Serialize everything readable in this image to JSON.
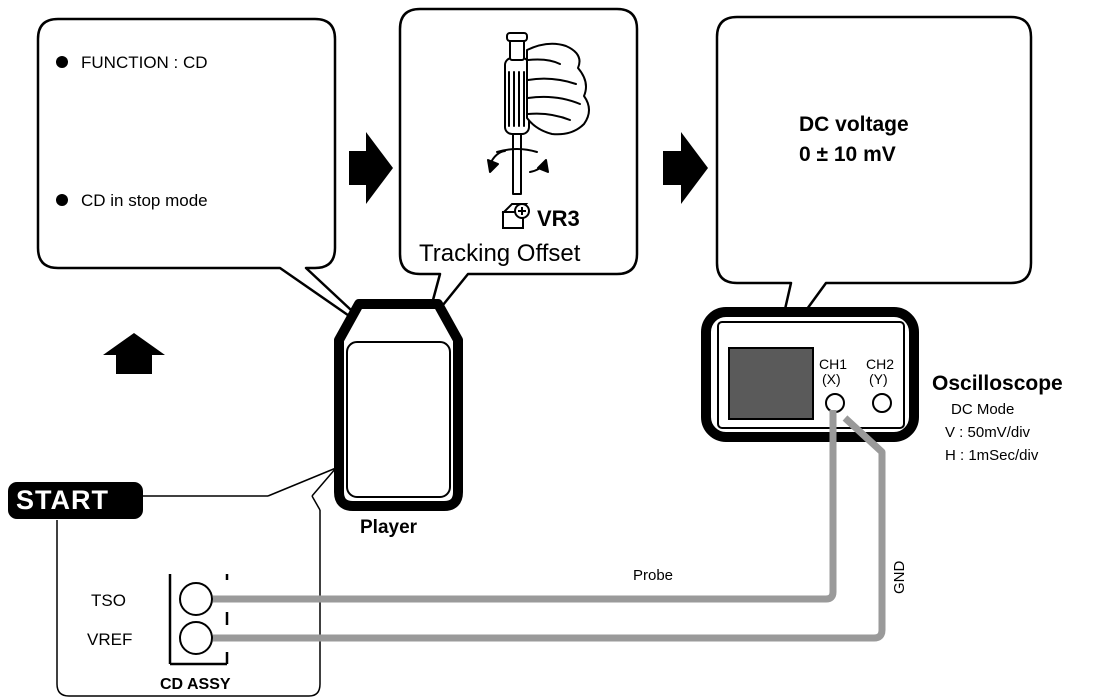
{
  "steps": {
    "step1_function": "FUNCTION : CD",
    "step1_mode": "CD in stop mode",
    "adjust_name": "VR3",
    "adjust_label": "Tracking Offset",
    "result_line1": "DC voltage",
    "result_line2": "0 ± 10 mV"
  },
  "devices": {
    "player_label": "Player",
    "start_label": "START",
    "oscilloscope": {
      "title": "Oscilloscope",
      "ch1_name": "CH1",
      "ch1_axis": "(X)",
      "ch2_name": "CH2",
      "ch2_axis": "(Y)",
      "settings": [
        "DC Mode",
        "V : 50mV/div",
        "H : 1mSec/div"
      ]
    },
    "cd_assy": {
      "label": "CD ASSY",
      "pin_tso": "TSO",
      "pin_vref": "VREF"
    }
  },
  "wires": {
    "probe_label": "Probe",
    "gnd_label": "GND"
  },
  "colors": {
    "ink": "#000000",
    "screen_gray": "#5a5a5a",
    "wire_gray": "#9a9a9a",
    "start_bg": "#000000",
    "start_text": "#ffffff"
  }
}
